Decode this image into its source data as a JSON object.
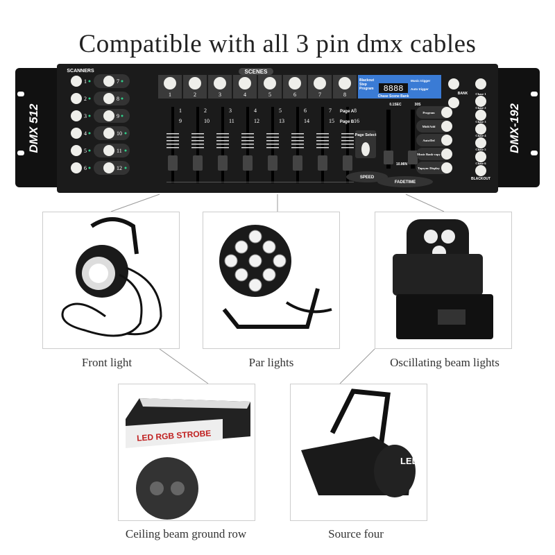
{
  "title": "Compatible with all 3 pin dmx cables",
  "console": {
    "left_brand": "DMX 512",
    "right_brand": "DMX-192",
    "scanners_label": "SCANNERS",
    "scenes_label": "SCENES",
    "scanner_buttons": [
      "1",
      "2",
      "3",
      "4",
      "5",
      "6",
      "7",
      "8",
      "9",
      "10",
      "11",
      "12"
    ],
    "scene_buttons": [
      "1",
      "2",
      "3",
      "4",
      "5",
      "6",
      "7",
      "8"
    ],
    "fader_labels_top": [
      "1",
      "2",
      "3",
      "4",
      "5",
      "6",
      "7",
      "8"
    ],
    "fader_labels_bottom": [
      "9",
      "10",
      "11",
      "12",
      "13",
      "14",
      "15",
      "16"
    ],
    "page_a": "Page A",
    "page_b": "Page B",
    "page_select": "Page Select",
    "display": {
      "digits": "8888",
      "left": [
        "Blackout",
        "Step",
        "Program"
      ],
      "right": [
        "Music trigger",
        "Auto trigger"
      ],
      "bottom": "Chase  Scene  Bank"
    },
    "speed_top": "0.1SEC",
    "speed_bottom": "10.MIN",
    "fade_top": "30S",
    "speed": "SPEED",
    "fadetime": "FADETIME",
    "bank": "BANK",
    "function_buttons": [
      "Program",
      "Midi/Add",
      "Auto/Del",
      "Music Bank-copy",
      "Tapsync Display"
    ],
    "chase_buttons": [
      "Chase 1",
      "Chase 2",
      "Chase 3",
      "Chase 4",
      "Chase 5",
      "Chase 6"
    ],
    "blackout": "BLACKOUT"
  },
  "products": [
    {
      "label": "Front light"
    },
    {
      "label": "Par lights"
    },
    {
      "label": "Oscillating beam lights"
    },
    {
      "label": "Ceiling beam ground row",
      "sign": "LED RGB STROBE"
    },
    {
      "label": "Source four",
      "sign": "LED"
    }
  ],
  "colors": {
    "panel": "#141414",
    "display": "#3a7bd5",
    "button": "#eeeeea",
    "led": "#2fd08a"
  }
}
